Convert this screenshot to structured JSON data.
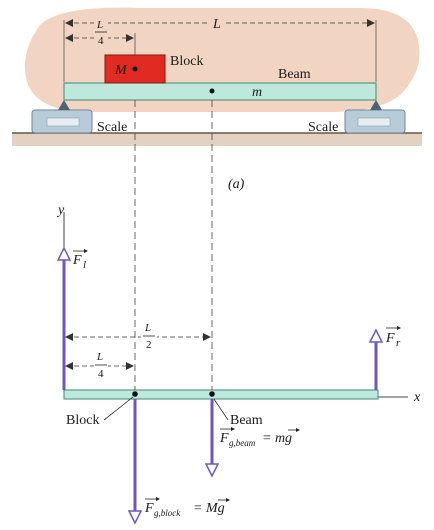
{
  "part_a": {
    "length_label": "L",
    "quarter_num": "L",
    "quarter_den": "4",
    "block_label": "Block",
    "block_mass": "M",
    "beam_label": "Beam",
    "beam_mass": "m",
    "scale_left": "Scale",
    "scale_right": "Scale",
    "caption": "(a)"
  },
  "part_b": {
    "y_axis": "y",
    "x_axis": "x",
    "F_l_main": "F",
    "F_l_sub": "l",
    "F_r_main": "F",
    "F_r_sub": "r",
    "half_num": "L",
    "half_den": "2",
    "quarter_num": "L",
    "quarter_den": "4",
    "block_label": "Block",
    "beam_label": "Beam",
    "Fg_beam_main": "F",
    "Fg_beam_sub": "g,beam",
    "Fg_beam_eq": "= mg",
    "Fg_block_main": "F",
    "Fg_block_sub": "g,block",
    "Fg_block_eq": "= Mg"
  },
  "colors": {
    "cloud": "#f1d5c2",
    "block": "#e02a22",
    "beam": "#bfe8dc",
    "scale": "#b7cbd9",
    "ground": "#e3d2c3",
    "arrow": "#6e56c2"
  }
}
